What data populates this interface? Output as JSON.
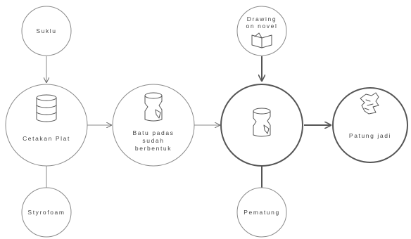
{
  "nodes": {
    "suklu": {
      "label": "Suklu"
    },
    "cetakan_plat": {
      "label": "Cetakan Plat",
      "icon": "database-icon"
    },
    "styrofoam": {
      "label": "Styrofoam"
    },
    "batu_padas": {
      "label_lines": [
        "Batu padas",
        "sudah",
        "berbentuk"
      ],
      "icon": "stone-block-icon"
    },
    "proses": {
      "icon": "carved-stone-icon"
    },
    "drawing": {
      "label_lines": [
        "Drawing",
        "on novel"
      ],
      "icon": "open-book-icon"
    },
    "pematung": {
      "label": "Pematung"
    },
    "patung_jadi": {
      "label": "Patung jadi",
      "icon": "statue-icon"
    }
  },
  "colors": {
    "stroke_light": "#8a8a8a",
    "stroke_dark": "#555555",
    "text": "#444444"
  }
}
